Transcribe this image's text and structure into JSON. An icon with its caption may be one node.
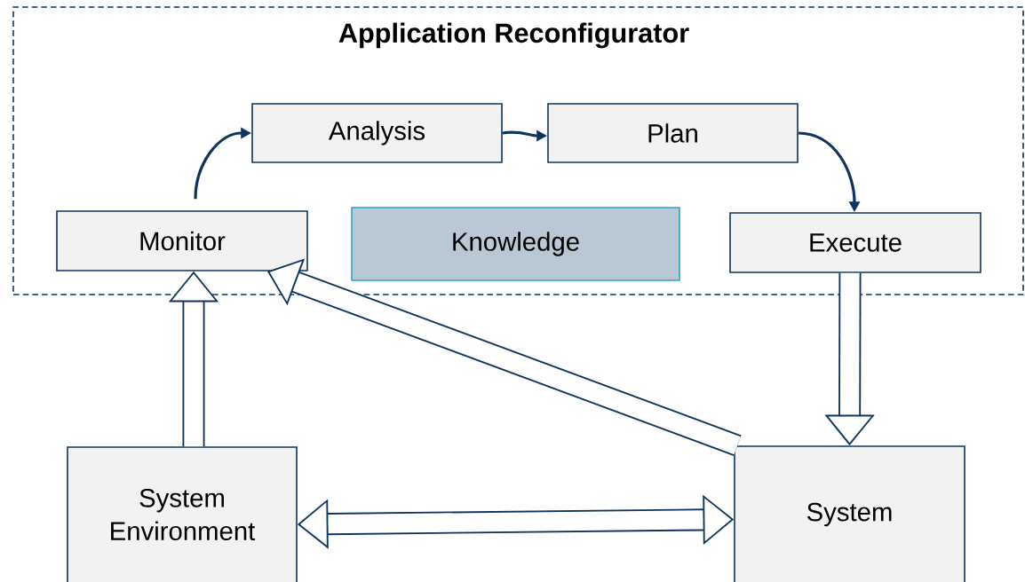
{
  "diagram": {
    "nodes": [
      {
        "text": [
          "Application Reconfigurator"
        ]
      },
      {
        "text": [
          "Monitor"
        ],
        "in": 0
      },
      {
        "text": [
          "Analysis"
        ],
        "in": 0
      },
      {
        "text": [
          "Plan"
        ],
        "in": 0
      },
      {
        "text": [
          "Knowledge"
        ],
        "in": 0
      },
      {
        "text": [
          "Execute"
        ],
        "in": 0
      },
      {
        "text": [
          "System Environment"
        ]
      },
      {
        "text": [
          "System"
        ]
      }
    ],
    "edges": [
      {
        "from": 1,
        "to": 2,
        "arrow": "to"
      },
      {
        "from": 2,
        "to": 3,
        "arrow": "to"
      },
      {
        "from": 3,
        "to": 5,
        "arrow": "to"
      },
      {
        "from": 6,
        "to": 1,
        "arrow": "to"
      },
      {
        "from": 7,
        "to": 1,
        "arrow": "to"
      },
      {
        "from": 5,
        "to": 7,
        "arrow": "to"
      },
      {
        "from": 6,
        "to": 7,
        "arrow": "both"
      }
    ]
  }
}
